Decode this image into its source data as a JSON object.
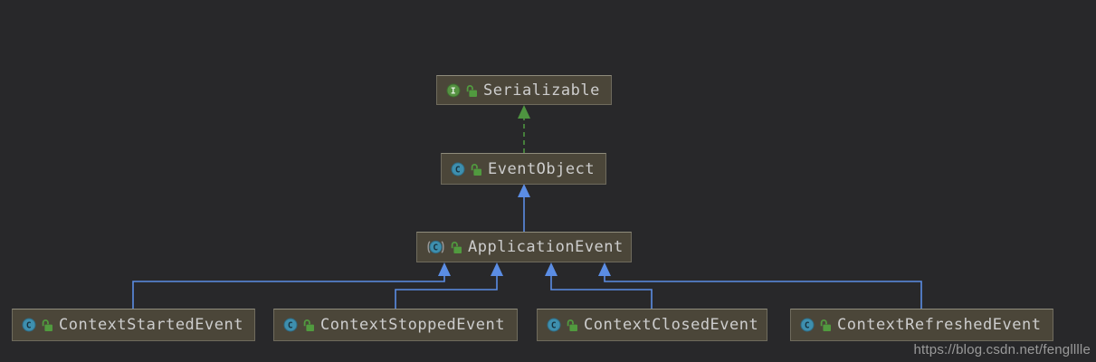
{
  "diagram": {
    "title": "Spring ApplicationEvent class hierarchy UML diagram",
    "nodes": [
      {
        "id": "serializable",
        "label": "Serializable",
        "kind": "interface",
        "visibility": "public"
      },
      {
        "id": "event-object",
        "label": "EventObject",
        "kind": "class",
        "visibility": "public"
      },
      {
        "id": "application-event",
        "label": "ApplicationEvent",
        "kind": "abstract-class",
        "visibility": "public"
      },
      {
        "id": "context-started-event",
        "label": "ContextStartedEvent",
        "kind": "class",
        "visibility": "public"
      },
      {
        "id": "context-stopped-event",
        "label": "ContextStoppedEvent",
        "kind": "class",
        "visibility": "public"
      },
      {
        "id": "context-closed-event",
        "label": "ContextClosedEvent",
        "kind": "class",
        "visibility": "public"
      },
      {
        "id": "context-refreshed-event",
        "label": "ContextRefreshedEvent",
        "kind": "class",
        "visibility": "public"
      }
    ],
    "edges": [
      {
        "from": "EventObject",
        "to": "Serializable",
        "type": "implements",
        "style": "dashed",
        "color": "green"
      },
      {
        "from": "ApplicationEvent",
        "to": "EventObject",
        "type": "extends",
        "style": "solid",
        "color": "blue"
      },
      {
        "from": "ContextStartedEvent",
        "to": "ApplicationEvent",
        "type": "extends",
        "style": "solid",
        "color": "blue"
      },
      {
        "from": "ContextStoppedEvent",
        "to": "ApplicationEvent",
        "type": "extends",
        "style": "solid",
        "color": "blue"
      },
      {
        "from": "ContextClosedEvent",
        "to": "ApplicationEvent",
        "type": "extends",
        "style": "solid",
        "color": "blue"
      },
      {
        "from": "ContextRefreshedEvent",
        "to": "ApplicationEvent",
        "type": "extends",
        "style": "solid",
        "color": "blue"
      }
    ],
    "icons": {
      "interface": "interface-icon (green circle with I)",
      "class": "class-icon (teal circle with C)",
      "abstract-class": "abstract-class-icon (teal circle with C in parentheses)",
      "lock": "public-open-padlock-icon"
    }
  },
  "colors": {
    "page-bg": "#28282a",
    "node-bg": "#4b4639",
    "node-border": "#6f6b5d",
    "node-text": "#cdcdcd",
    "arrow-blue": "#5b8de4",
    "arrow-green": "#4e9440",
    "icon-interface": "#569242",
    "icon-class": "#3e8fae",
    "icon-lock": "#519a3f",
    "watermark": "#9a9a9a"
  },
  "watermark": {
    "text": "https://blog.csdn.net/fenglllle"
  }
}
